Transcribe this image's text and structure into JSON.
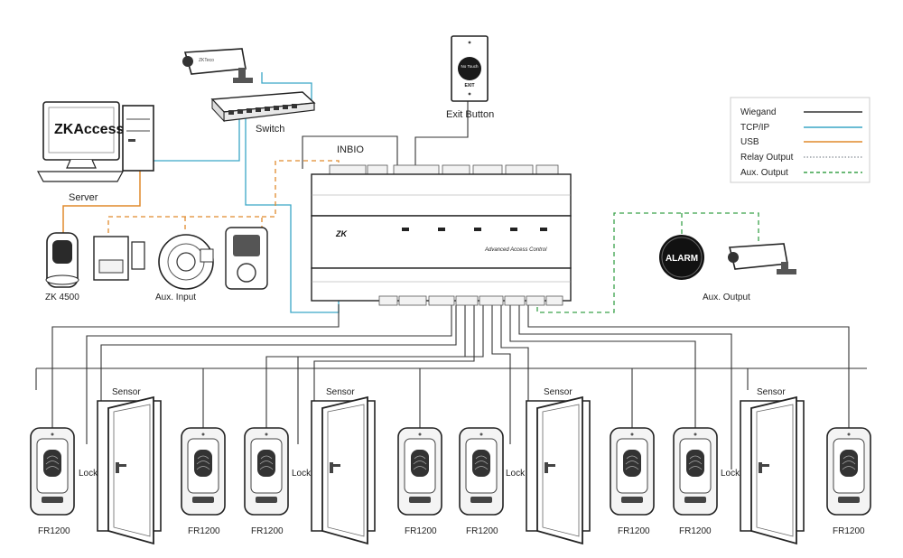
{
  "labels": {
    "server": "Server",
    "switch": "Switch",
    "exit_button": "Exit Button",
    "controller": "INBIO",
    "controller_text": "Advanced Access Control",
    "zk4500": "ZK 4500",
    "aux_input": "Aux. Input",
    "aux_output": "Aux. Output",
    "alarm": "ALARM",
    "monitor_brand": "ZKAccess",
    "exit_face": "No Touch",
    "exit_sub": "EXIT"
  },
  "legend": [
    {
      "label": "Wiegand",
      "color": "#333333",
      "style": "solid"
    },
    {
      "label": "TCP/IP",
      "color": "#3aa6c6",
      "style": "solid"
    },
    {
      "label": "USB",
      "color": "#e08a2c",
      "style": "solid"
    },
    {
      "label": "Relay Output",
      "color": "#9aa0a6",
      "style": "dotted"
    },
    {
      "label": "Aux. Output",
      "color": "#3aa24a",
      "style": "dashed"
    }
  ],
  "groups": [
    {
      "sensor": "Sensor",
      "lock": "Lock",
      "left_reader": "FR1200",
      "right_reader": "FR1200"
    },
    {
      "sensor": "Sensor",
      "lock": "Lock",
      "left_reader": "FR1200",
      "right_reader": "FR1200"
    },
    {
      "sensor": "Sensor",
      "lock": "Lock",
      "left_reader": "FR1200",
      "right_reader": "FR1200"
    },
    {
      "sensor": "Sensor",
      "lock": "Lock",
      "left_reader": "FR1200",
      "right_reader": "FR1200"
    }
  ]
}
